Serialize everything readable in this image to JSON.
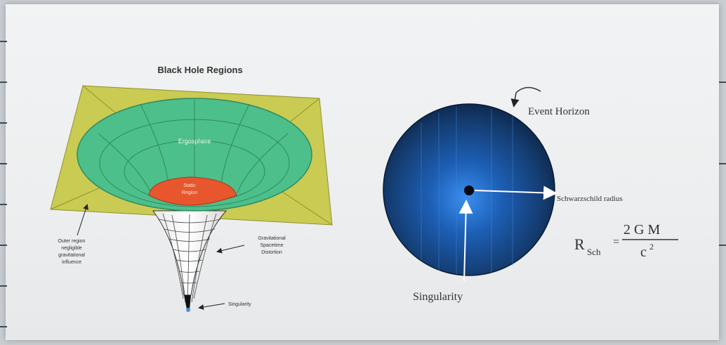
{
  "left_diagram": {
    "title": "Black Hole Regions",
    "ergosphere_label": "Ergosphere",
    "inner_region_label": [
      "Static",
      "Region"
    ],
    "outer_region_label": [
      "Outer region",
      "negligible",
      "gravitational",
      "influence"
    ],
    "funnel_label": [
      "Gravitational",
      "Spacetime",
      "Distortion"
    ],
    "singularity_label": "Singularity"
  },
  "right_diagram": {
    "event_horizon_label": "Event Horizon",
    "radius_label": "Schwarzschild radius",
    "singularity_label": "Singularity",
    "formula": {
      "lhs_main": "R",
      "lhs_sub": "Sch",
      "equals": "=",
      "numerator": "2 G M",
      "denominator_base": "c",
      "denominator_exp": "2"
    }
  },
  "colors": {
    "plane": "#c9cb52",
    "ergosphere": "#4dbf8a",
    "inner_region": "#e8562e",
    "sphere_dark": "#0f2a50",
    "sphere_light": "#2f7fe0"
  }
}
